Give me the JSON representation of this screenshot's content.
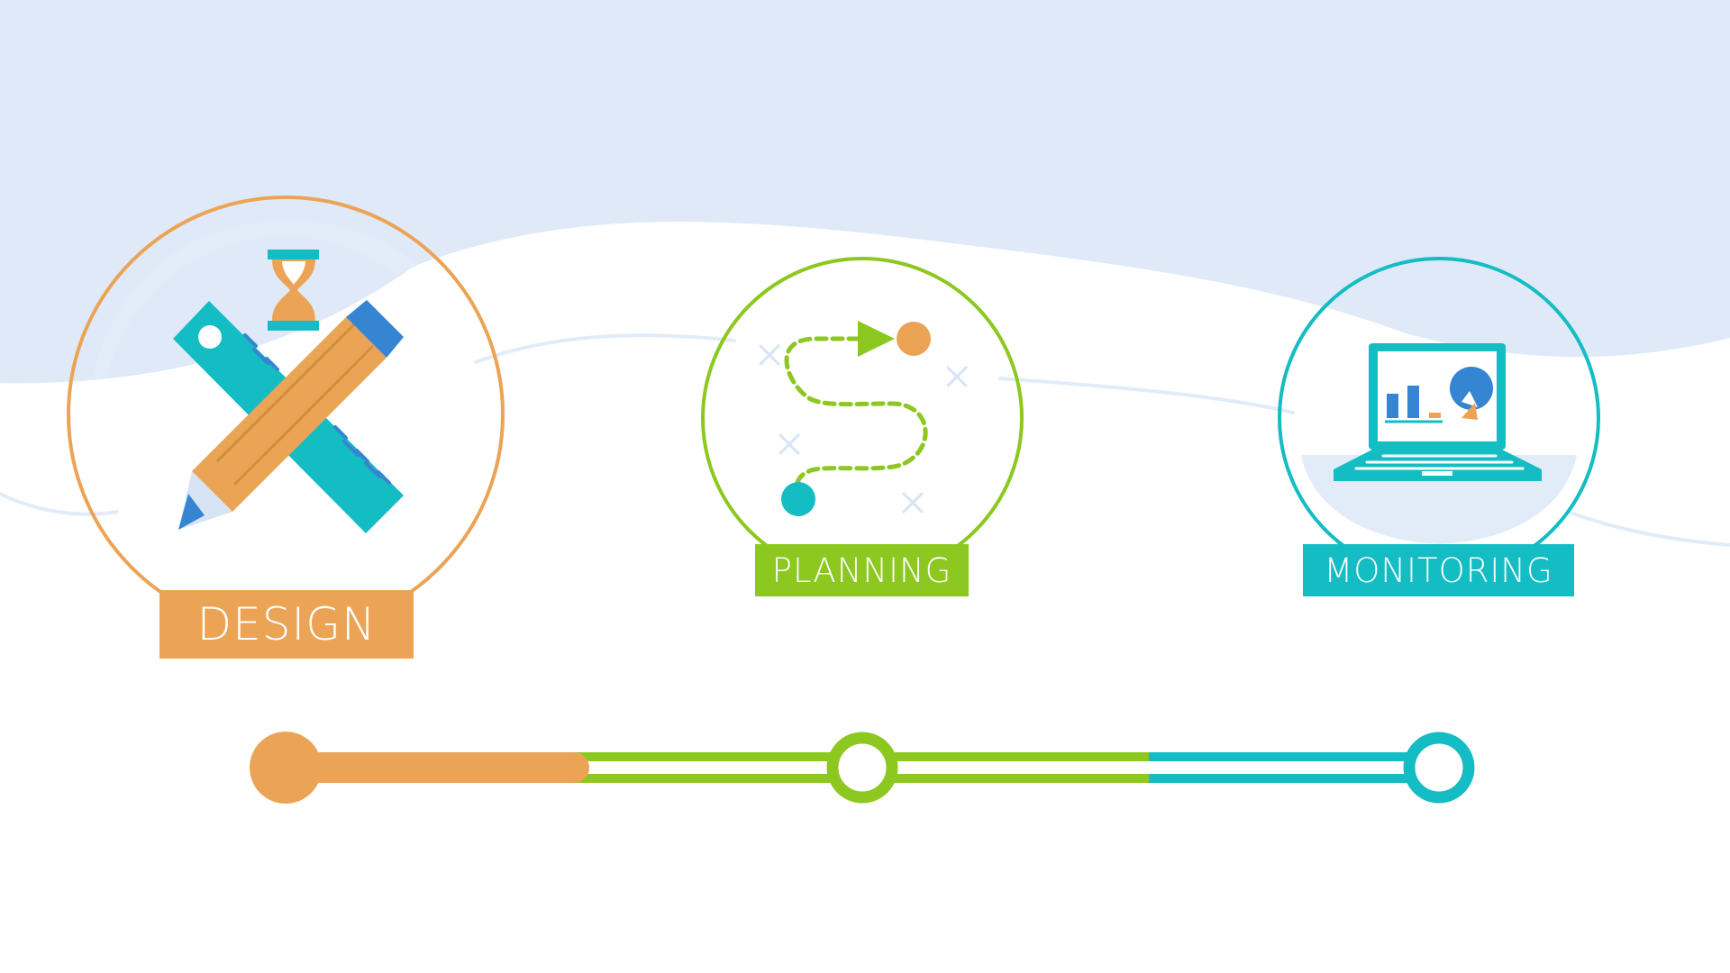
{
  "colors": {
    "sky": "#dfe9f8",
    "orange": "#eba456",
    "green": "#8cc820",
    "teal": "#14bcc3",
    "blue": "#3585d3",
    "pale": "#e2ecf9"
  },
  "stages": [
    {
      "label": "DESIGN",
      "icon": "pencil-ruler-hourglass-icon",
      "color": "#eba456",
      "state": "active"
    },
    {
      "label": "PLANNING",
      "icon": "route-map-icon",
      "color": "#8cc820",
      "state": "upcoming"
    },
    {
      "label": "MONITORING",
      "icon": "laptop-dashboard-icon",
      "color": "#14bcc3",
      "state": "upcoming"
    }
  ],
  "timeline": {
    "progress": 0.25
  }
}
